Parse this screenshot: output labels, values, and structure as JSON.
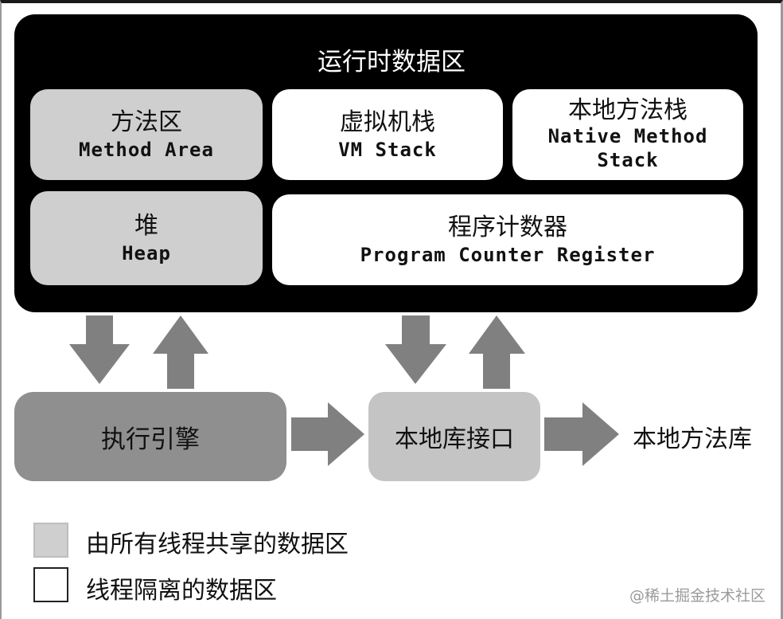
{
  "runtime_area": {
    "title": "运行时数据区",
    "method_area": {
      "zh": "方法区",
      "en": "Method Area"
    },
    "vm_stack": {
      "zh": "虚拟机栈",
      "en": "VM Stack"
    },
    "native_method_stack": {
      "zh": "本地方法栈",
      "en_line1": "Native Method",
      "en_line2": "Stack"
    },
    "heap": {
      "zh": "堆",
      "en": "Heap"
    },
    "program_counter": {
      "zh": "程序计数器",
      "en": "Program Counter Register"
    }
  },
  "execution_engine": "执行引擎",
  "native_interface": "本地库接口",
  "native_library": "本地方法库",
  "legend": {
    "shared": "由所有线程共享的数据区",
    "isolated": "线程隔离的数据区"
  },
  "watermark": "@稀土掘金技术社区",
  "colors": {
    "shared_fill": "#cfcfcf",
    "isolated_fill": "#ffffff",
    "arrow_fill": "#808080",
    "engine_fill": "#8f8f8f"
  }
}
